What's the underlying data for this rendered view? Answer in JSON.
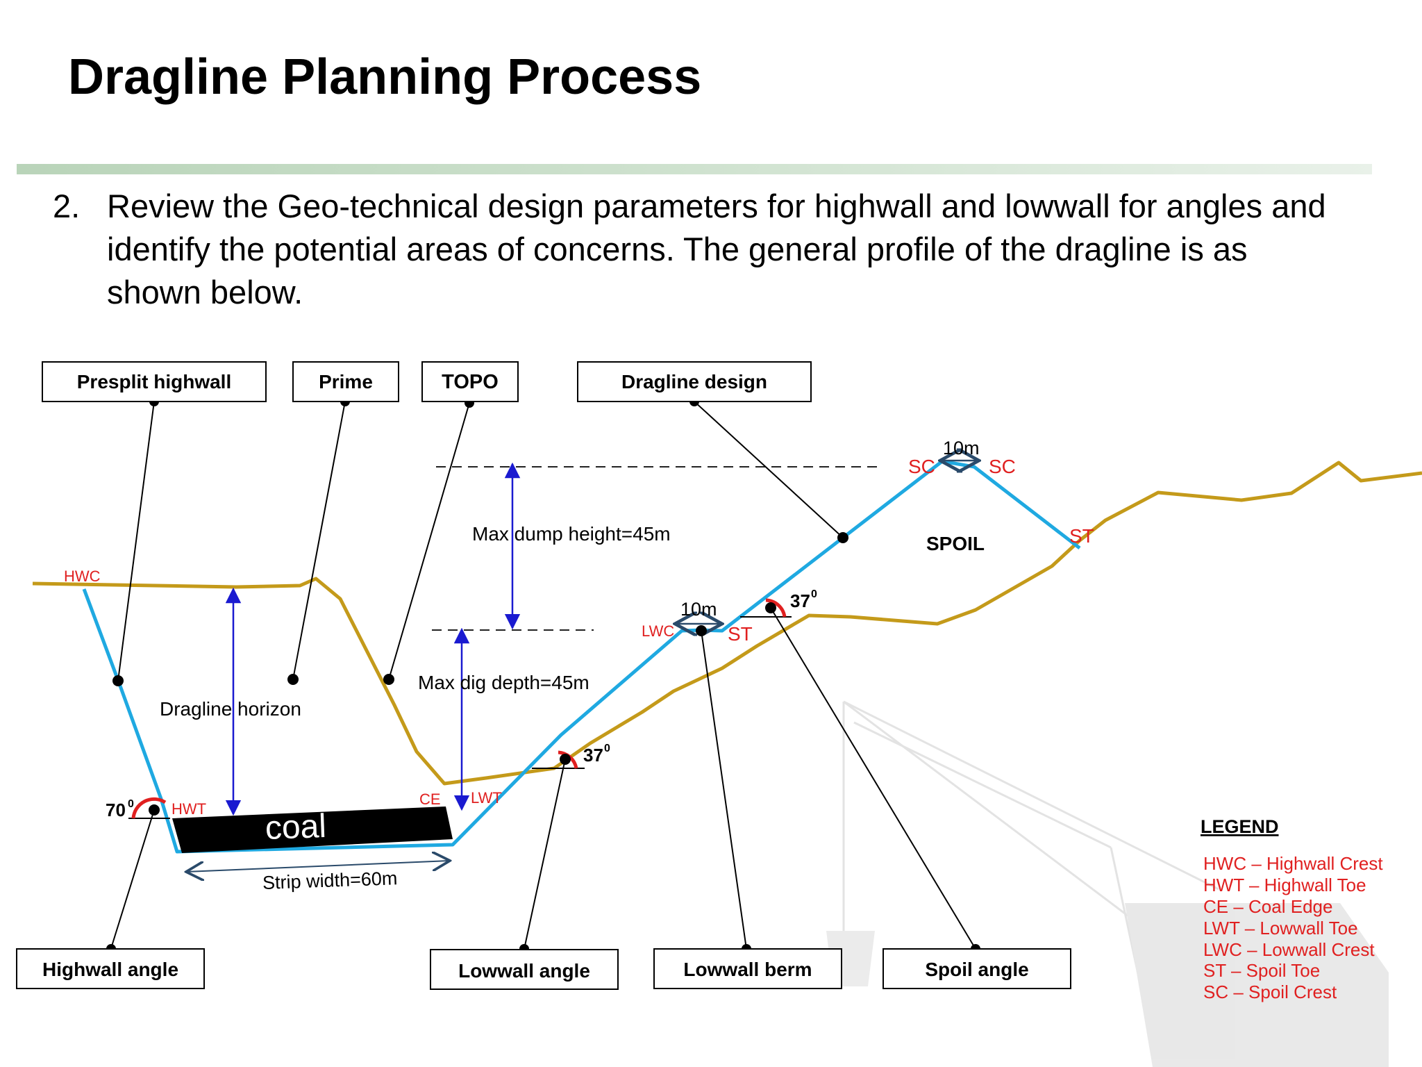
{
  "slide": {
    "title": "Dragline Planning Process",
    "step_number": "2.",
    "step_text": "Review the Geo-technical design parameters for highwall and lowwall for angles and identify the potential areas of concerns. The general profile of the dragline is as shown below."
  },
  "diagram": {
    "callouts": {
      "presplit_highwall": "Presplit highwall",
      "prime": "Prime",
      "topo": "TOPO",
      "dragline_design": "Dragline design",
      "highwall_angle": "Highwall angle",
      "lowwall_angle": "Lowwall angle",
      "lowwall_berm": "Lowwall berm",
      "spoil_angle": "Spoil angle"
    },
    "points": {
      "hwc": "HWC",
      "hwt": "HWT",
      "ce": "CE",
      "lwt": "LWT",
      "lwc": "LWC",
      "st_berm": "ST",
      "st_spoil": "ST",
      "sc_left": "SC",
      "sc_right": "SC"
    },
    "labels": {
      "coal": "coal",
      "spoil": "SPOIL",
      "dragline_horizon": "Dragline horizon",
      "max_dump_height": "Max dump height=45m",
      "max_dig_depth": "Max dig depth=45m",
      "strip_width": "Strip width=60m",
      "berm_width": "10m",
      "crest_width": "10m"
    },
    "angles": {
      "highwall": "70",
      "lowwall": "37",
      "spoil": "37",
      "unit": "0"
    },
    "legend": {
      "title": "LEGEND",
      "items": [
        "HWC – Highwall Crest",
        "HWT – Highwall Toe",
        "CE – Coal Edge",
        "LWT – Lowwall Toe",
        "LWC – Lowwall Crest",
        "ST – Spoil Toe",
        "SC – Spoil Crest"
      ]
    },
    "colors": {
      "design_line": "#1fa9e1",
      "topo_line": "#c49a1a",
      "point_label": "#e02020",
      "arrow": "#1a1ad0",
      "angle_arc": "#e02020"
    }
  }
}
